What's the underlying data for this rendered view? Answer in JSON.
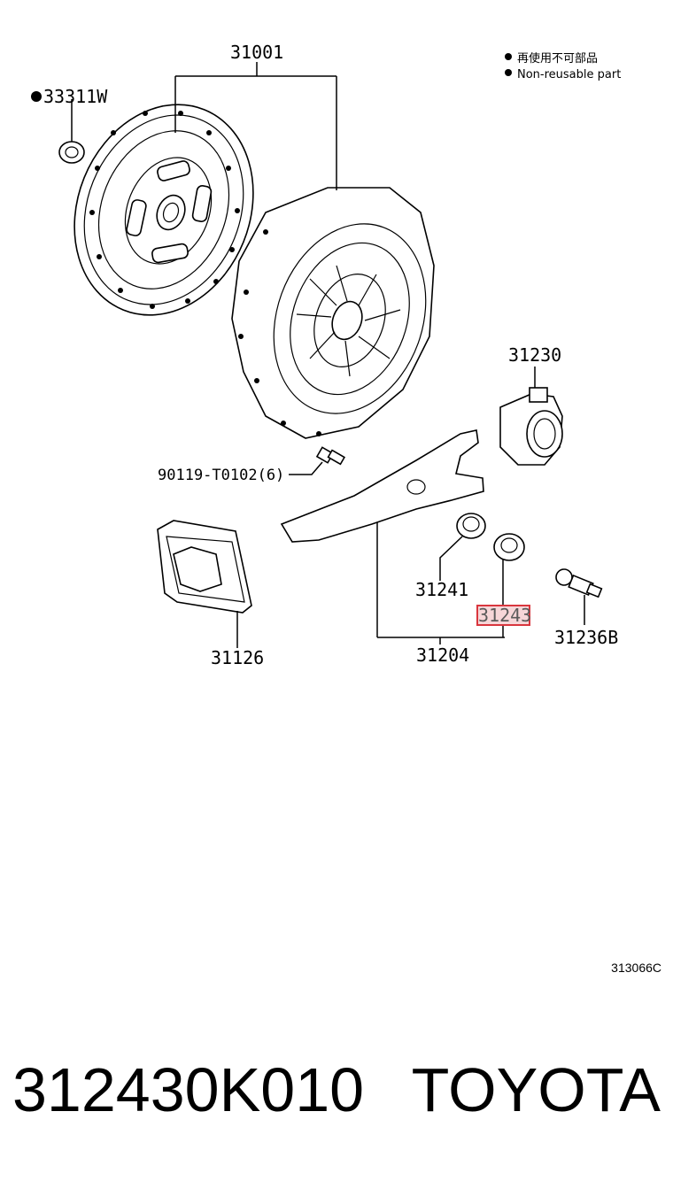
{
  "legend": {
    "line_jp": "再使用不可部品",
    "line_en": "Non-reusable part"
  },
  "labels": {
    "p31001": "31001",
    "p33311w": "33311W",
    "p31230": "31230",
    "p90119": "90119-T0102(6)",
    "p31241": "31241",
    "p31243": "31243",
    "p31236b": "31236B",
    "p31126": "31126",
    "p31204": "31204"
  },
  "highlight": {
    "part": "31243",
    "color": "#d9363e"
  },
  "diagram_code": "313066C",
  "caption": {
    "part_number": "312430K010",
    "brand": "TOYOTA"
  }
}
